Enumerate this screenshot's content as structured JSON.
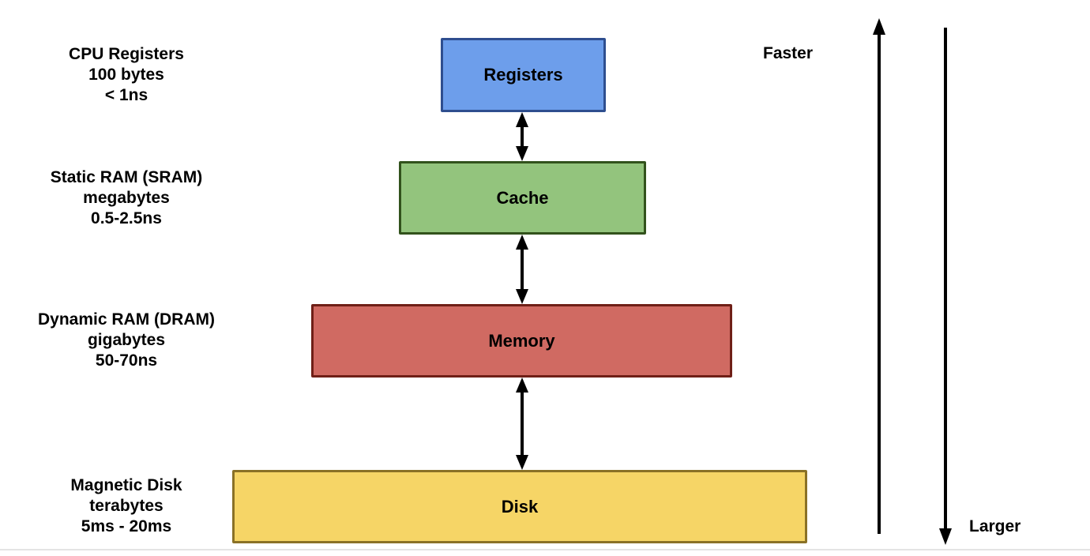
{
  "diagram": {
    "title_implicit": "Memory hierarchy",
    "levels": [
      {
        "name": "registers",
        "box_label": "Registers",
        "side_label_lines": [
          "CPU Registers",
          "100 bytes",
          "< 1ns"
        ],
        "fill": "#6d9eeb",
        "border": "#2e4e8f"
      },
      {
        "name": "cache",
        "box_label": "Cache",
        "side_label_lines": [
          "Static RAM (SRAM)",
          "megabytes",
          "0.5-2.5ns"
        ],
        "fill": "#93c47d",
        "border": "#32521c"
      },
      {
        "name": "memory",
        "box_label": "Memory",
        "side_label_lines": [
          "Dynamic RAM (DRAM)",
          "gigabytes",
          "50-70ns"
        ],
        "fill": "#d06a62",
        "border": "#6f1f17"
      },
      {
        "name": "disk",
        "box_label": "Disk",
        "side_label_lines": [
          "Magnetic Disk",
          "terabytes",
          "5ms - 20ms"
        ],
        "fill": "#f6d566",
        "border": "#8a7126"
      }
    ],
    "axes": {
      "faster_label": "Faster",
      "larger_label": "Larger"
    },
    "arrow_color": "#000000"
  }
}
